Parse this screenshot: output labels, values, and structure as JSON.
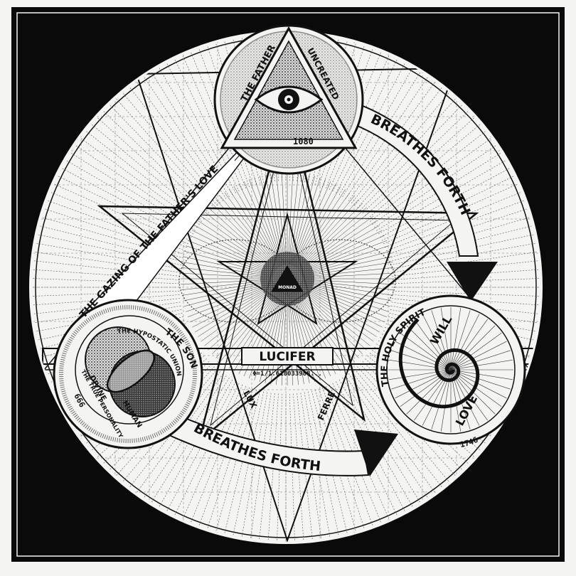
{
  "artwork": {
    "father": {
      "title": "THE FATHER",
      "subtitle": "UNCREATED",
      "number": "1080"
    },
    "gazing": "THE GAZING OF THE FATHER'S LOVE",
    "breathes_upper": "BREATHES FORTH",
    "breathes_lower": "BREATHES FORTH",
    "center": {
      "monad": "MONAD",
      "name": "LUCIFER",
      "phi": "Φ=1/1.618033988...",
      "lux": "LUX",
      "ferre": "FERRE"
    },
    "son": {
      "title": "THE SON",
      "union": "THE HYPOSTATIC UNION",
      "divine": "DIVINE",
      "human": "HUMAN",
      "personality": "THE TRUE PERSONALITY",
      "number": "666"
    },
    "spirit": {
      "title": "THE HOLY SPIRIT",
      "will": "WILL",
      "love": "LOVE",
      "number": "1746"
    },
    "colors": {
      "frame": "#0a0a0a",
      "paper": "#f4f4f2",
      "ink": "#111111"
    }
  }
}
